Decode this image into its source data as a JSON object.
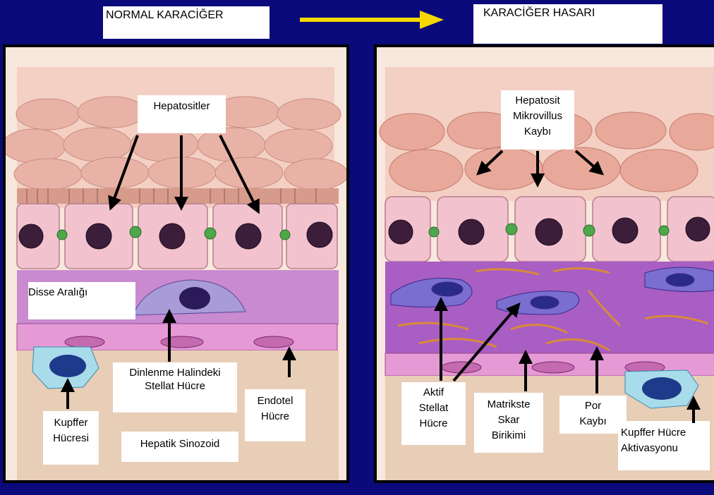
{
  "header": {
    "left_title": "NORMAL KARACİĞER",
    "right_title": "KARACİĞER  HASARI"
  },
  "left_panel": {
    "hepatocytes": "Hepatositler",
    "disse": "Disse Aralığı",
    "stellate_l1": "Dinlenme Halindeki",
    "stellate_l2": "Stellat Hücre",
    "endothelial_l1": "Endotel",
    "endothelial_l2": "Hücre",
    "kupffer_l1": "Kupffer",
    "kupffer_l2": "Hücresi",
    "sinusoid": "Hepatik Sinozoid"
  },
  "right_panel": {
    "microvilli_l1": "Hepatosit",
    "microvilli_l2": "Mikrovillus",
    "microvilli_l3": "Kaybı",
    "active_l1": "Aktif",
    "active_l2": "Stellat",
    "active_l3": "Hücre",
    "matrix_l1": "Matrikste",
    "matrix_l2": "Skar",
    "matrix_l3": "Birikimi",
    "pore_l1": "Por",
    "pore_l2": "Kaybı",
    "kupffer_l1": "Kupffer Hücre",
    "kupffer_l2": "Aktivasyonu"
  },
  "colors": {
    "background": "#0a0a7a",
    "arrow_yellow": "#f5d800",
    "hepatocyte_pink": "#f2c3cf",
    "nucleus": "#3c1e3a",
    "disse_purple": "#b070c8",
    "endothelium": "#e59ad6",
    "kupffer_blue": "#a8dcea",
    "collagen": "#d98a3a"
  }
}
